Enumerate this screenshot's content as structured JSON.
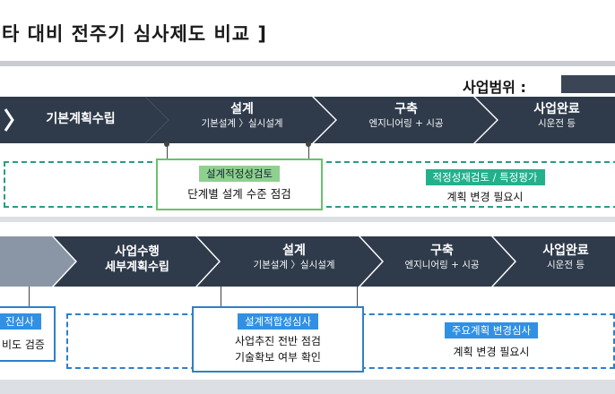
{
  "title": "타 대비 전주기 심사제도 비교 ]",
  "scope_label": "사업범위 :",
  "colors": {
    "chevron_dark": "#2f3b4b",
    "chevron_light": "#8a96a6",
    "dashed": "#2a9b86",
    "green_tag": "#8fd08f",
    "blue_tag": "#3190e3",
    "teal_tag": "#23b08c"
  },
  "top_flow": {
    "stages": [
      {
        "main": "기본계획수립",
        "sub": ""
      },
      {
        "main": "설계",
        "sub": "기본설계 〉실시설계"
      },
      {
        "main": "구축",
        "sub": "엔지니어링 + 시공"
      },
      {
        "main": "사업완료",
        "sub": "시운전 등"
      }
    ],
    "review_box": {
      "tag": "설계적정성검토",
      "text": "단계별 설계 수준 점검"
    },
    "right_box": {
      "tag": "적정성재검토 / 특정평가",
      "text": "계획 변경 필요시"
    }
  },
  "bottom_flow": {
    "stages": [
      {
        "main": "",
        "sub": ""
      },
      {
        "main": "사업수행",
        "sub": "세부계획수립"
      },
      {
        "main": "설계",
        "sub": "기본설계 〉실시설계"
      },
      {
        "main": "구축",
        "sub": "엔지니어링 + 시공"
      },
      {
        "main": "사업완료",
        "sub": "시운전 등"
      }
    ],
    "left_box": {
      "tag": "진심사",
      "text": "비도 검증"
    },
    "review_box": {
      "tag": "설계적합성심사",
      "line1": "사업추진 전반 점검",
      "line2": "기술확보 여부 확인"
    },
    "right_box": {
      "tag": "주요계획 변경심사",
      "text": "계획 변경 필요시"
    }
  }
}
